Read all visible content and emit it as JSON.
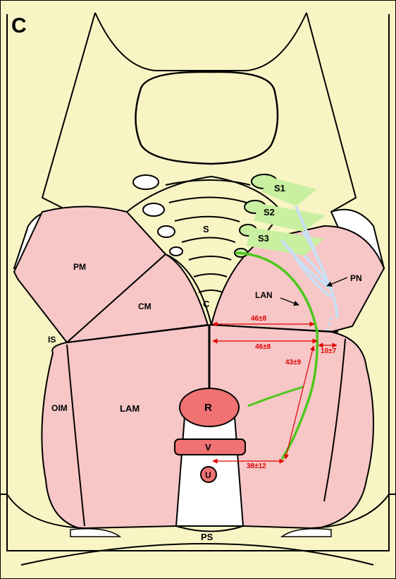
{
  "figure": {
    "panel_letter": "C",
    "structures": {
      "sacral_s1": "S1",
      "sacral_s2": "S2",
      "sacral_s3": "S3",
      "sacrum": "S",
      "coccyx": "C",
      "piriformis": "PM",
      "coccygeus": "CM",
      "ischial_spine": "IS",
      "obturator_internus": "OIM",
      "levator_ani_muscle": "LAM",
      "rectum": "R",
      "vagina": "V",
      "urethra": "U",
      "pubic_symphysis": "PS"
    },
    "nerves": {
      "levator_ani_nerve": "LAN",
      "pudendal_nerve": "PN"
    },
    "measurements": {
      "upper_distance": "46±8",
      "lower_distance": "46±8",
      "lateral_distance": "10±7",
      "diagonal_distance": "43±9",
      "anterior_distance": "38±12"
    },
    "colors": {
      "bone": "#f8f4c4",
      "muscle": "#f7c6c6",
      "organ": "#f07272",
      "levator_nerve": "#4cc81c",
      "pudendal_nerve": "#c8dff4",
      "sacral_roots": "#c8f0a0",
      "measurement": "#e00000"
    }
  }
}
